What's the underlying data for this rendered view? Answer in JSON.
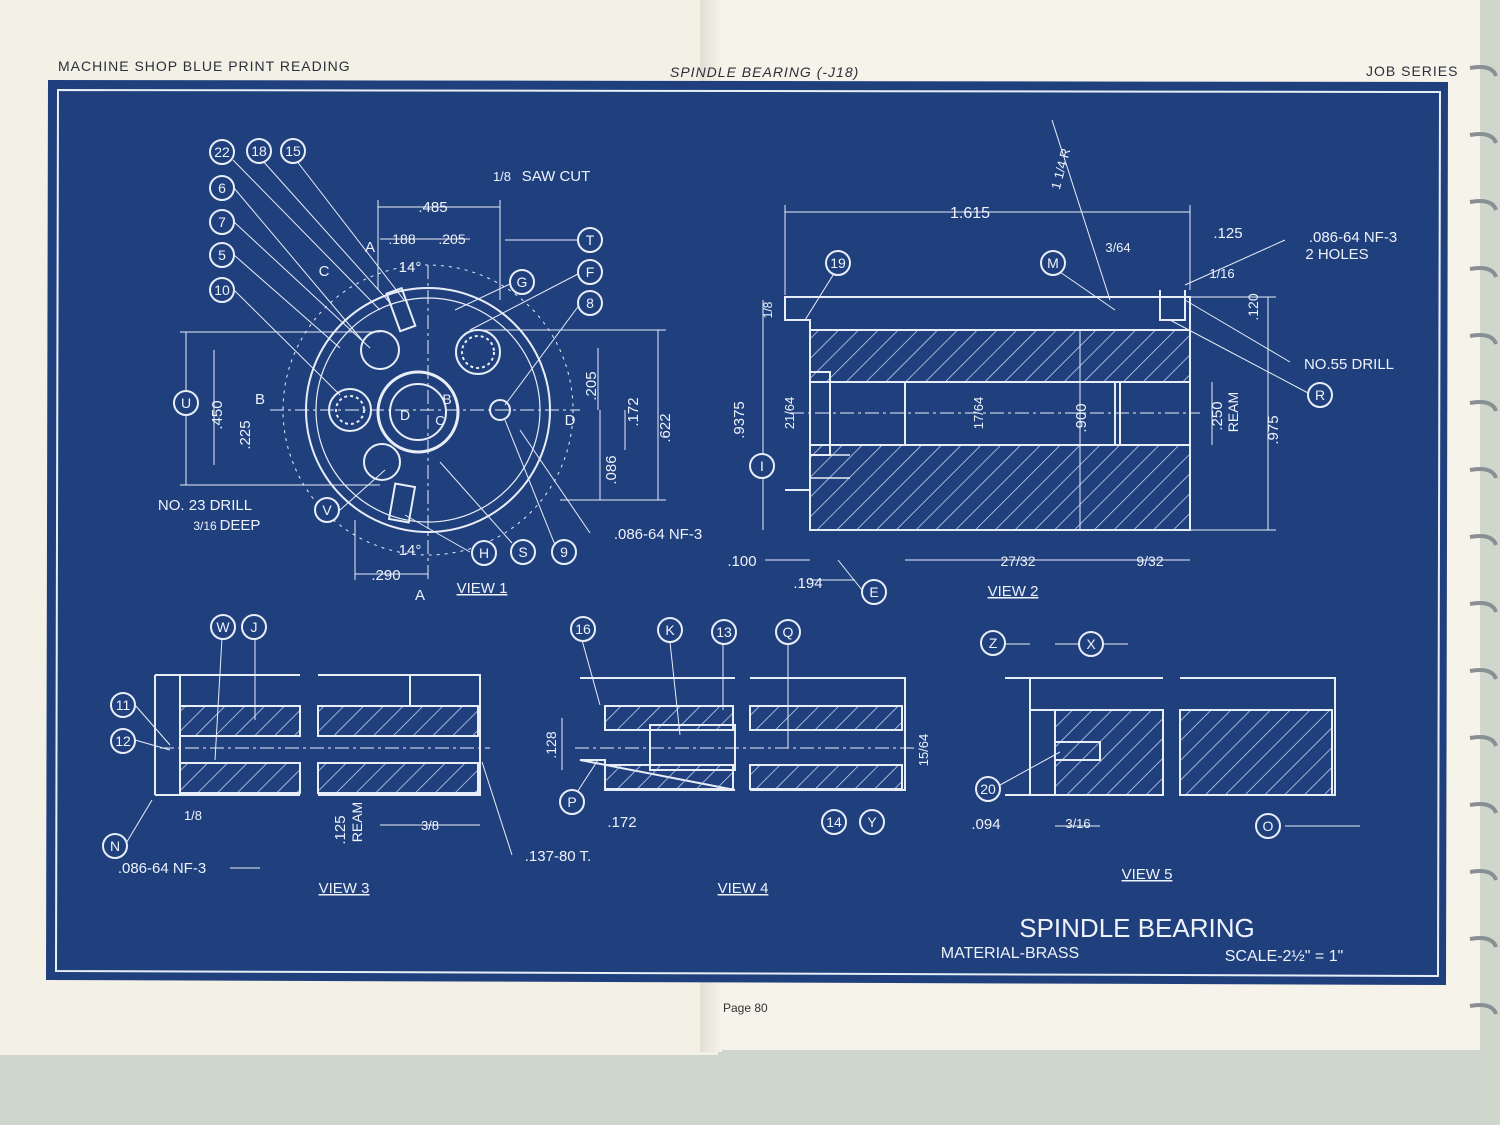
{
  "header": {
    "left": "MACHINE SHOP BLUE PRINT READING",
    "center": "SPINDLE BEARING (-J18)",
    "right": "JOB SERIES"
  },
  "footer": {
    "page": "Page 80"
  },
  "title_block": {
    "title": "SPINDLE BEARING",
    "material": "MATERIAL-BRASS",
    "scale": "SCALE-2½\" = 1\""
  },
  "views": [
    "VIEW 1",
    "VIEW 2",
    "VIEW 3",
    "VIEW 4",
    "VIEW 5"
  ],
  "notes": {
    "saw_cut": "SAW CUT",
    "saw_frac": "1/8",
    "drill23": "NO. 23 DRILL",
    "deep": "DEEP",
    "deep_frac": "3/16",
    "thread": ".086-64 NF-3",
    "thread_v3": ".086-64 NF-3",
    "thread_v2": ".086-64 NF-3",
    "two_holes": "2 HOLES",
    "drill55": "NO.55 DRILL",
    "reamv2": "REAM",
    "tap": ".137-80 T.",
    "ream": "REAM"
  },
  "dims_v1": {
    "d485": ".485",
    "d188": ".188",
    "d205a": ".205",
    "a14a": "14°",
    "a14b": "14°",
    "d450": ".450",
    "d225": ".225",
    "d205b": ".205",
    "d172": ".172",
    "d622": ".622",
    "d086": ".086",
    "d290": ".290"
  },
  "dims_v2": {
    "d1615": "1.615",
    "d125": ".125",
    "d120": ".120",
    "d9375": ".9375",
    "d900": ".900",
    "d250": ".250",
    "d975": ".975",
    "d100": ".100",
    "d194": ".194",
    "f364": "3/64",
    "f116": "1/16",
    "f18": "1/8",
    "f2164": "21/64",
    "f1764": "17/64",
    "f2732": "27/32",
    "f932": "9/32",
    "f114r": "1 1/4 R"
  },
  "dims_v3": {
    "f18": "1/8",
    "d125": ".125",
    "f38": "3/8"
  },
  "dims_v4": {
    "d128": ".128",
    "d172": ".172",
    "f1564": "15/64"
  },
  "dims_v5": {
    "d094": ".094",
    "f316": "3/16"
  },
  "balloons": {
    "b22": "22",
    "b18": "18",
    "b15": "15",
    "b6": "6",
    "b7": "7",
    "b5": "5",
    "b10": "10",
    "bT": "T",
    "bG": "G",
    "bF": "F",
    "b8": "8",
    "bU": "U",
    "bV": "V",
    "bH": "H",
    "bS": "S",
    "b9": "9",
    "b19": "19",
    "bM": "M",
    "bR": "R",
    "bI": "I",
    "bE": "E",
    "bW": "W",
    "bJ": "J",
    "b11": "11",
    "b12": "12",
    "bN": "N",
    "b16": "16",
    "bK": "K",
    "b13": "13",
    "bQ": "Q",
    "bP": "P",
    "b14": "14",
    "bY": "Y",
    "bZ": "Z",
    "bX": "X",
    "b20": "20",
    "bO": "O"
  },
  "letters": {
    "A1": "A",
    "A2": "A",
    "B": "B",
    "C": "C",
    "D": "D",
    "Di": "D",
    "Ci": "C",
    "Bi": "B"
  },
  "colors": {
    "blueprint": "#1f3f7e",
    "line": "#e8eef8",
    "paper": "#f4f1e8"
  }
}
